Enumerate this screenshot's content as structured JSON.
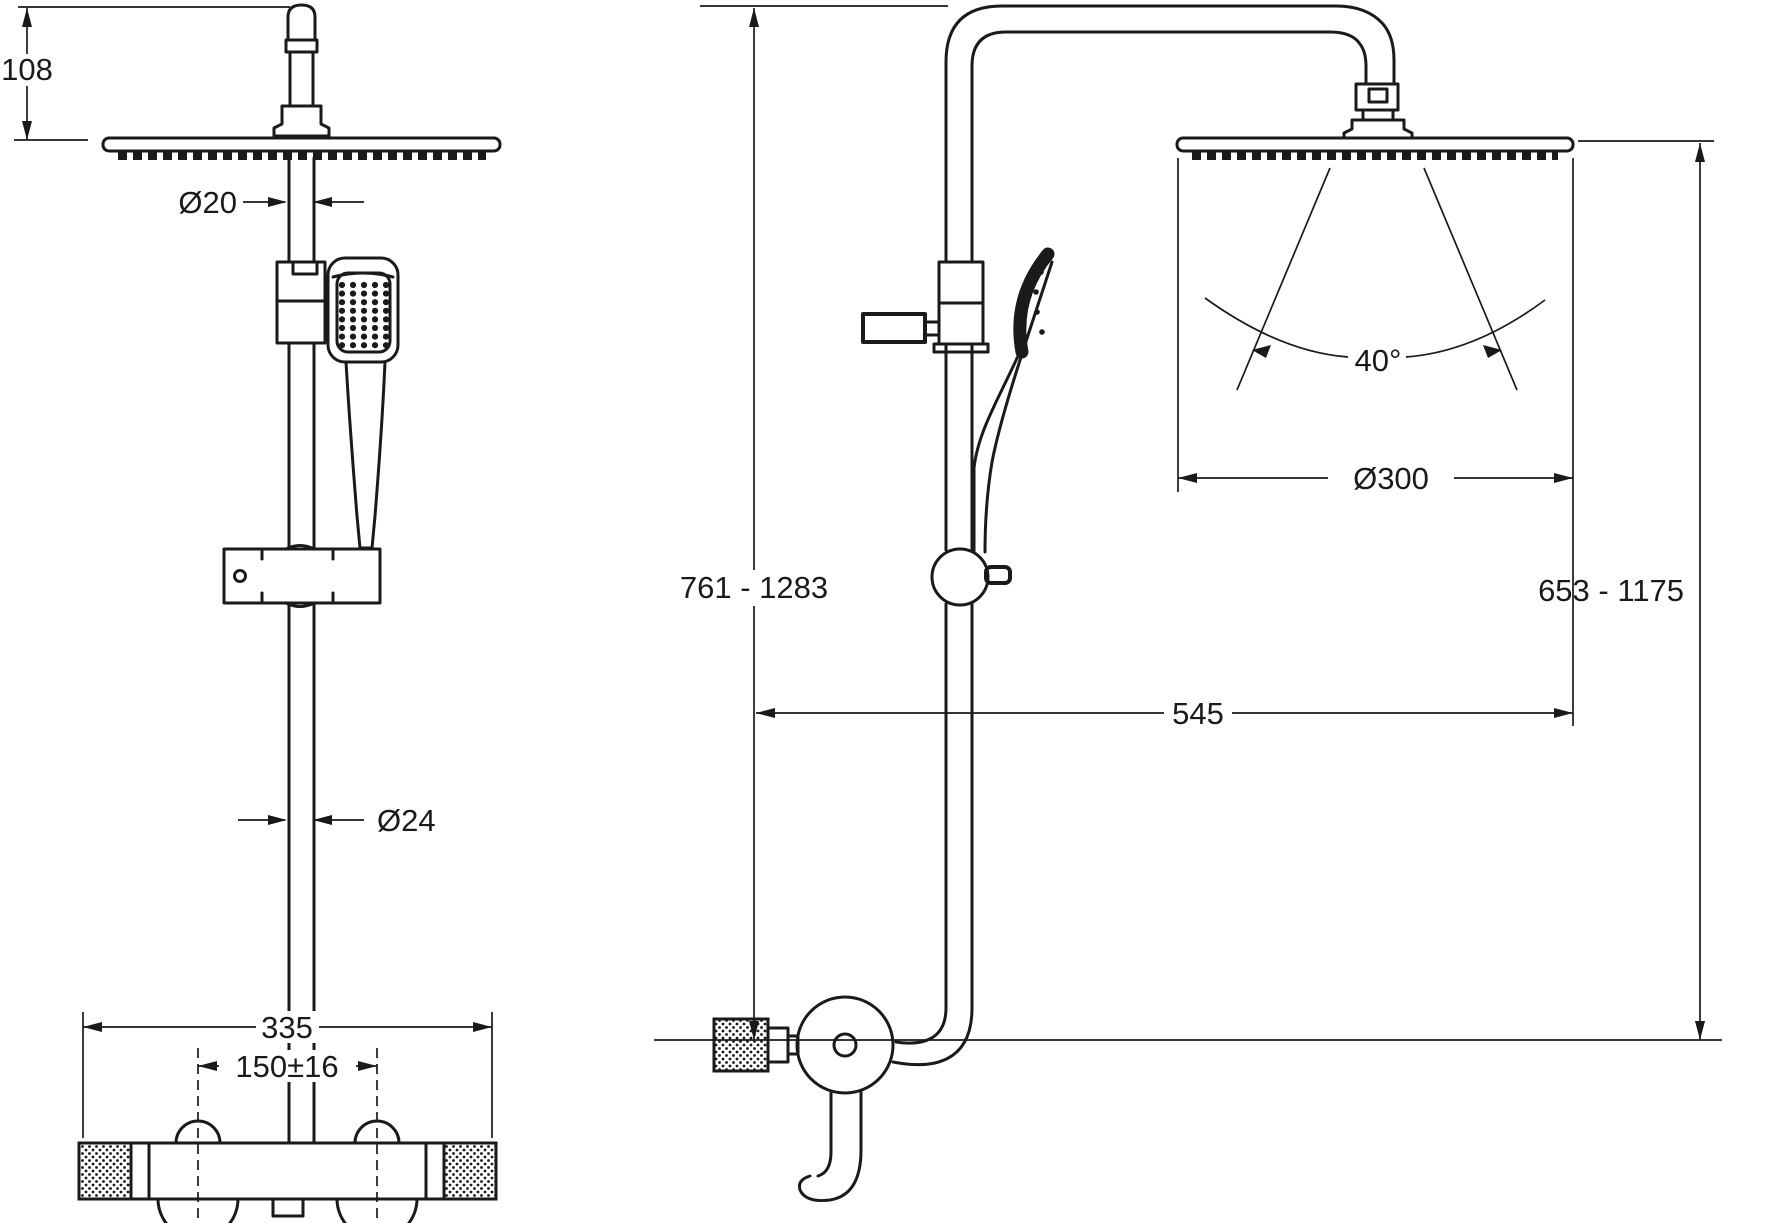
{
  "drawing": {
    "type": "shower-column-dimensional-drawing",
    "background_color": "#ffffff",
    "line_color": "#1a1a1a",
    "front_view": {
      "head_offset": "108",
      "arm_diameter": "Ø20",
      "rail_diameter": "Ø24",
      "mixer_width": "335",
      "inlet_spacing": "150±16"
    },
    "side_view": {
      "overall_height_range": "761 - 1283",
      "head_height_range": "653 - 1175",
      "horizontal_reach": "545",
      "head_diameter": "Ø300",
      "spray_angle": "40°"
    }
  }
}
